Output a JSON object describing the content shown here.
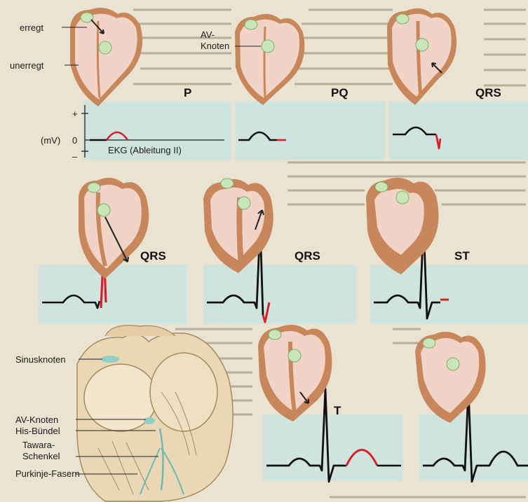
{
  "labels": {
    "erregt": "erregt",
    "unerregt": "unerregt",
    "av_knoten_top_line1": "AV-",
    "av_knoten_top_line2": "Knoten",
    "mv": "(mV)",
    "plus": "+",
    "zero": "0",
    "minus": "–",
    "ekg": "EKG (Ableitung II)",
    "sinusknoten": "Sinusknoten",
    "av_knoten": "AV-Knoten",
    "his": "His-Bündel",
    "tawara_line1": "Tawara-",
    "tawara_line2": "Schenkel",
    "purkinje": "Purkinje-Fasern"
  },
  "phases": [
    "P",
    "PQ",
    "QRS",
    "QRS",
    "QRS",
    "ST",
    "T"
  ],
  "colors": {
    "excited_wall": "#c8875a",
    "unexcited": "#f2d3c8",
    "ecg_panel": "#cfe3df",
    "active_trace": "#d8202a",
    "node": "#c9e6b8"
  }
}
